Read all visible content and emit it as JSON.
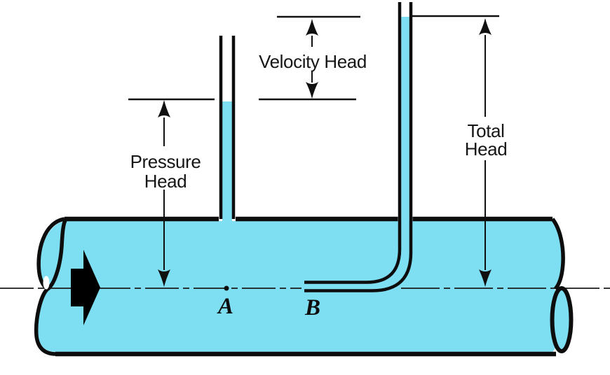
{
  "labels": {
    "pressure_head_line1": "Pressure",
    "pressure_head_line2": "Head",
    "velocity_head": "Velocity Head",
    "total_head_line1": "Total",
    "total_head_line2": "Head",
    "point_a": "A",
    "point_b": "B"
  },
  "colors": {
    "fluid": "#7EDFF3",
    "outline": "#0D0D0D",
    "background": "#FFFFFF",
    "flow_arrow": "#000000"
  },
  "icons": {
    "flow_arrow": "right-block-arrow"
  }
}
